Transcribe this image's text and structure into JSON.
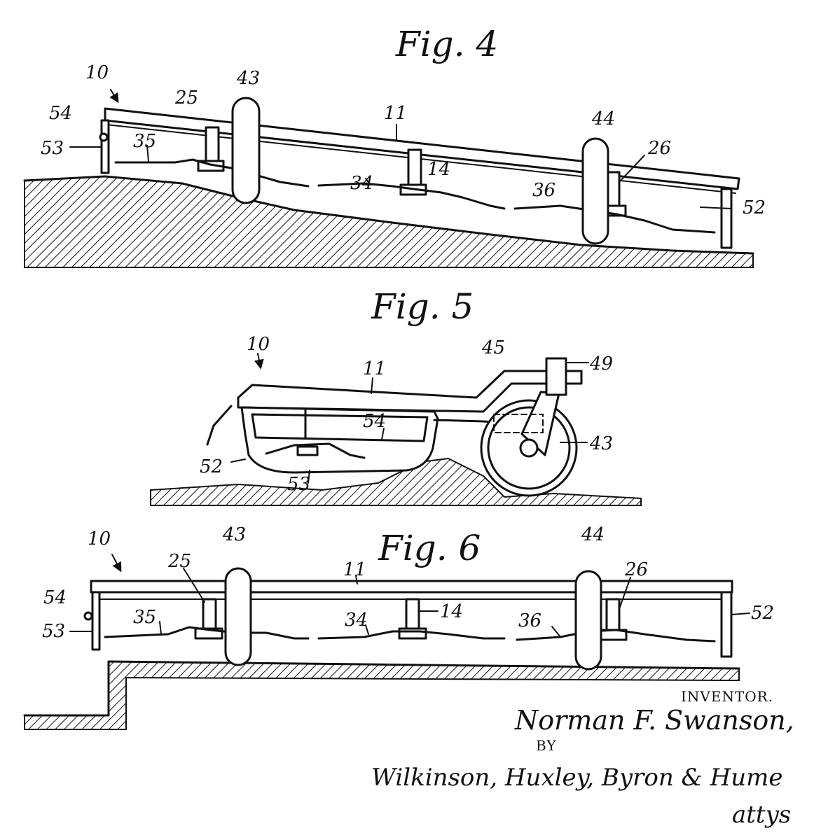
{
  "figures": {
    "fig4": {
      "title": "Fig. 4",
      "labels": {
        "r10": "10",
        "r54": "54",
        "r53": "53",
        "r25": "25",
        "r35": "35",
        "r43": "43",
        "r11": "11",
        "r34": "34",
        "r14": "14",
        "r44": "44",
        "r26": "26",
        "r36": "36",
        "r52": "52"
      }
    },
    "fig5": {
      "title": "Fig. 5",
      "labels": {
        "r10": "10",
        "r11": "11",
        "r45": "45",
        "r49": "49",
        "r54": "54",
        "r43": "43",
        "r52": "52",
        "r53": "53"
      }
    },
    "fig6": {
      "title": "Fig. 6",
      "labels": {
        "r10": "10",
        "r43": "43",
        "r25": "25",
        "r11": "11",
        "r44": "44",
        "r26": "26",
        "r54": "54",
        "r53": "53",
        "r35": "35",
        "r34": "34",
        "r14": "14",
        "r36": "36",
        "r52": "52"
      }
    }
  },
  "inventor": {
    "heading": "INVENTOR.",
    "name": "Norman F. Swanson,",
    "by": "BY",
    "attorneys": "Wilkinson, Huxley, Byron & Hume",
    "attys_abbrev": "attys"
  }
}
